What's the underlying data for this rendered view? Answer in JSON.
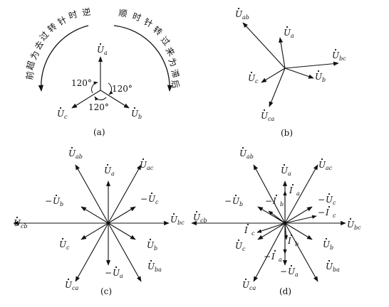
{
  "panels": {
    "a": {
      "caption": "(a)",
      "vectors": [
        {
          "label": "U",
          "sub": "a",
          "neg": false,
          "current": false
        },
        {
          "label": "U",
          "sub": "b",
          "neg": false,
          "current": false
        },
        {
          "label": "U",
          "sub": "c",
          "neg": false,
          "current": false
        }
      ],
      "angles": [
        "120°",
        "120°",
        "120°"
      ],
      "left_arc_text": "逆时针转过去为超前",
      "right_arc_text": "顺时针转过来为滞后"
    },
    "b": {
      "caption": "(b)",
      "vectors": [
        {
          "label": "U",
          "sub": "ab",
          "neg": false,
          "current": false
        },
        {
          "label": "U",
          "sub": "a",
          "neg": false,
          "current": false
        },
        {
          "label": "U",
          "sub": "bc",
          "neg": false,
          "current": false
        },
        {
          "label": "U",
          "sub": "b",
          "neg": false,
          "current": false
        },
        {
          "label": "U",
          "sub": "c",
          "neg": false,
          "current": false
        },
        {
          "label": "U",
          "sub": "ca",
          "neg": false,
          "current": false
        }
      ]
    },
    "c": {
      "caption": "(c)",
      "vectors": [
        {
          "label": "U",
          "sub": "ab",
          "neg": false,
          "current": false
        },
        {
          "label": "U",
          "sub": "a",
          "neg": false,
          "current": false
        },
        {
          "label": "U",
          "sub": "ac",
          "neg": false,
          "current": false
        },
        {
          "label": "U",
          "sub": "c",
          "neg": true,
          "current": false
        },
        {
          "label": "U",
          "sub": "bc",
          "neg": false,
          "current": false
        },
        {
          "label": "U",
          "sub": "b",
          "neg": false,
          "current": false
        },
        {
          "label": "U",
          "sub": "ba",
          "neg": false,
          "current": false
        },
        {
          "label": "U",
          "sub": "a",
          "neg": true,
          "current": false
        },
        {
          "label": "U",
          "sub": "ca",
          "neg": false,
          "current": false
        },
        {
          "label": "U",
          "sub": "c",
          "neg": false,
          "current": false
        },
        {
          "label": "U",
          "sub": "cb",
          "neg": false,
          "current": false
        },
        {
          "label": "U",
          "sub": "b",
          "neg": true,
          "current": false
        }
      ]
    },
    "d": {
      "caption": "(d)",
      "vectors": [
        {
          "label": "U",
          "sub": "ab",
          "neg": false,
          "current": false
        },
        {
          "label": "U",
          "sub": "a",
          "neg": false,
          "current": false
        },
        {
          "label": "U",
          "sub": "ac",
          "neg": false,
          "current": false
        },
        {
          "label": "U",
          "sub": "c",
          "neg": true,
          "current": false
        },
        {
          "label": "U",
          "sub": "bc",
          "neg": false,
          "current": false
        },
        {
          "label": "U",
          "sub": "b",
          "neg": false,
          "current": false
        },
        {
          "label": "U",
          "sub": "ba",
          "neg": false,
          "current": false
        },
        {
          "label": "U",
          "sub": "a",
          "neg": true,
          "current": false
        },
        {
          "label": "U",
          "sub": "ca",
          "neg": false,
          "current": false
        },
        {
          "label": "U",
          "sub": "c",
          "neg": false,
          "current": false
        },
        {
          "label": "U",
          "sub": "cb",
          "neg": false,
          "current": false
        },
        {
          "label": "U",
          "sub": "b",
          "neg": true,
          "current": false
        },
        {
          "label": "I",
          "sub": "a",
          "neg": false,
          "current": true
        },
        {
          "label": "I",
          "sub": "c",
          "neg": true,
          "current": true
        },
        {
          "label": "I",
          "sub": "b",
          "neg": false,
          "current": true
        },
        {
          "label": "I",
          "sub": "a",
          "neg": true,
          "current": true
        },
        {
          "label": "I",
          "sub": "c",
          "neg": false,
          "current": true
        },
        {
          "label": "I",
          "sub": "b",
          "neg": true,
          "current": true
        }
      ]
    }
  }
}
